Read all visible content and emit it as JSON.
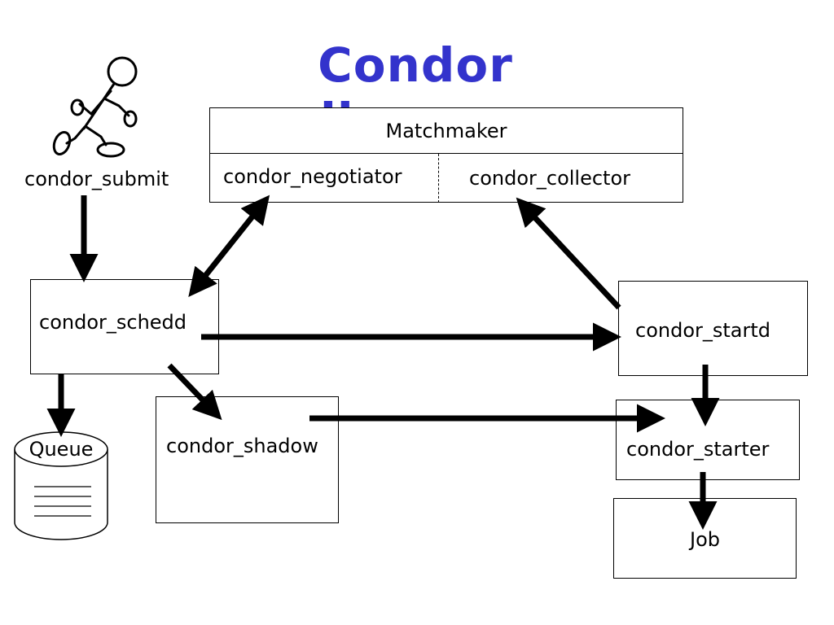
{
  "title": "Condor diagram",
  "nodes": {
    "submit": "condor_submit",
    "matchmaker": "Matchmaker",
    "negotiator": "condor_negotiator",
    "collector": "condor_collector",
    "schedd": "condor_schedd",
    "startd": "condor_startd",
    "shadow": "condor_shadow",
    "starter": "condor_starter",
    "queue": "Queue",
    "job": "Job"
  },
  "icons": {
    "user": "stick-figure-running-icon",
    "queue": "database-cylinder-icon"
  },
  "colors": {
    "title": "#3333cc",
    "lines": "#000000"
  }
}
